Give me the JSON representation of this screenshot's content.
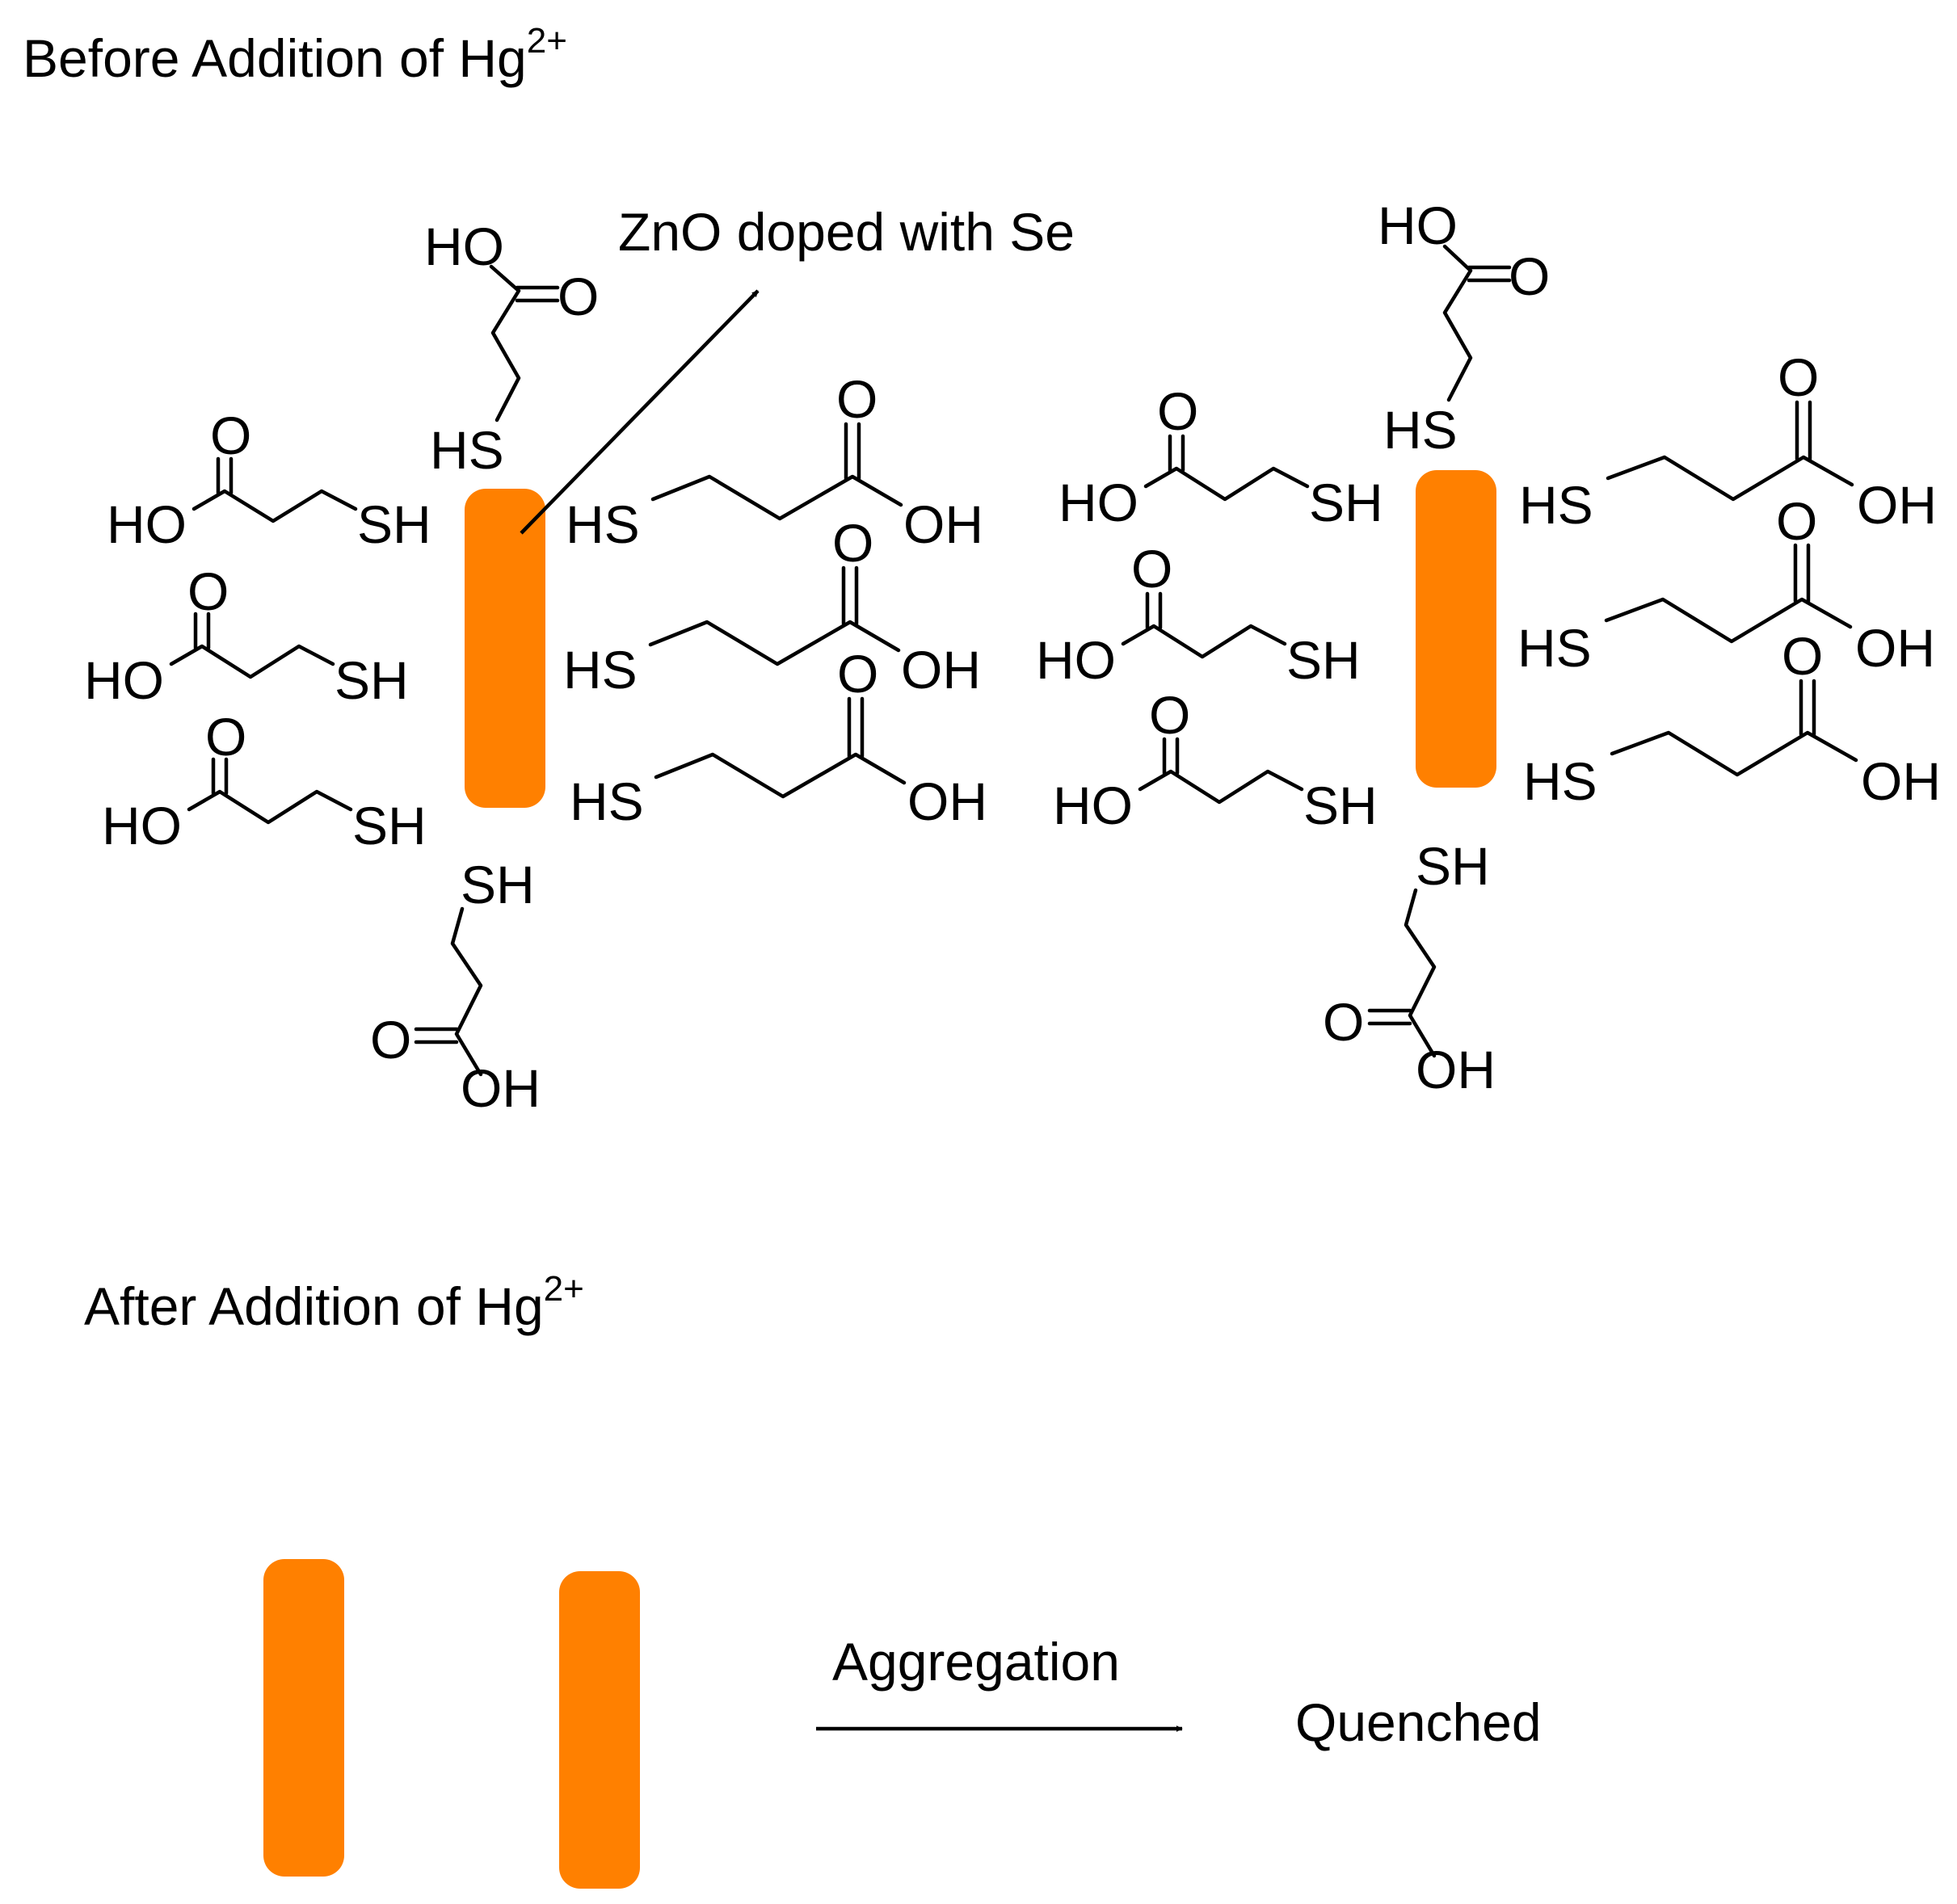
{
  "headings": {
    "before_main": "Before Addition of Hg",
    "before_sup": "2+",
    "after_main": "After Addition of Hg",
    "after_sup": "2+"
  },
  "labels": {
    "zno": "ZnO doped with Se",
    "aggregation": "Aggregation",
    "quenched": "Quenched"
  },
  "atoms": {
    "o": "O",
    "oh": "OH",
    "ho": "HO",
    "sh": "SH",
    "hs": "HS"
  },
  "colors": {
    "nanorod": "#ff8000",
    "ink": "#000000",
    "background": "#ffffff"
  }
}
